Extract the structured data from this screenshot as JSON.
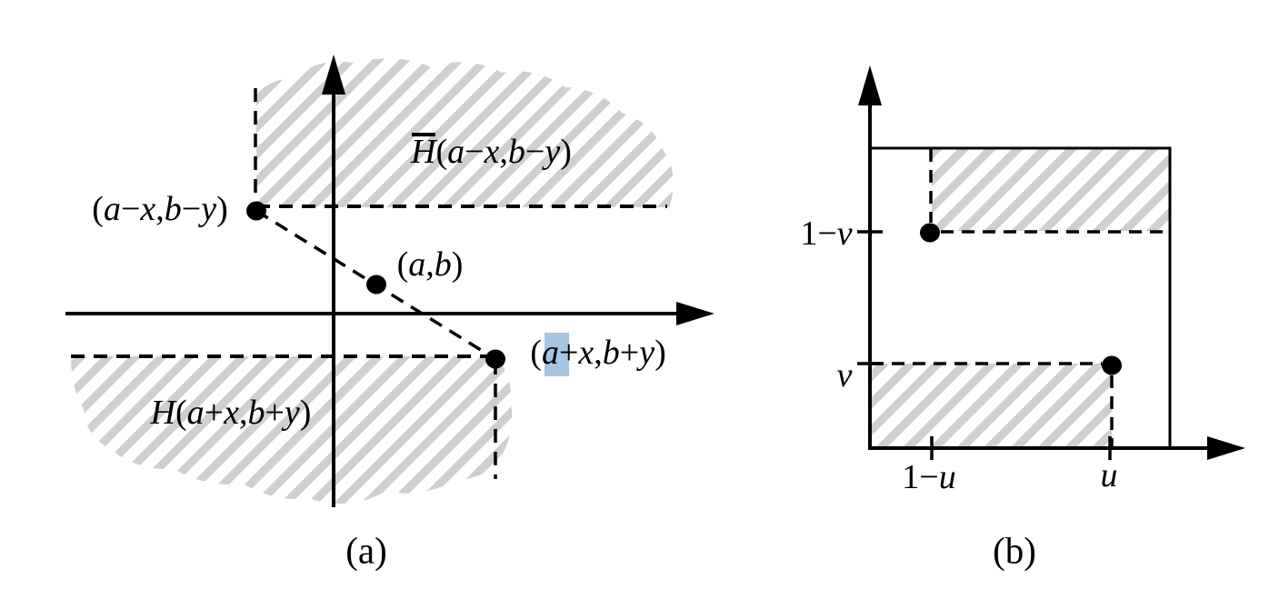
{
  "figure": {
    "colors": {
      "line": "#000000",
      "hatch": "#cfcfcf",
      "highlight": "#a5c5e0"
    },
    "panel_a": {
      "caption": "(a)",
      "region_upper_label": {
        "overlined": "H",
        "rest": "(a−x,b−y)"
      },
      "region_lower_label": "H(a+x,b+y)",
      "point_upper_left_label": "(a−x,b−y)",
      "point_center_label": "(a,b)",
      "point_lower_right_label": "(a+x,b+y)"
    },
    "panel_b": {
      "caption": "(b)",
      "y_axis_upper_tick_label": "1−v",
      "y_axis_lower_tick_label": "v",
      "x_axis_left_tick_label": "1−u",
      "x_axis_right_tick_label": "u"
    }
  }
}
